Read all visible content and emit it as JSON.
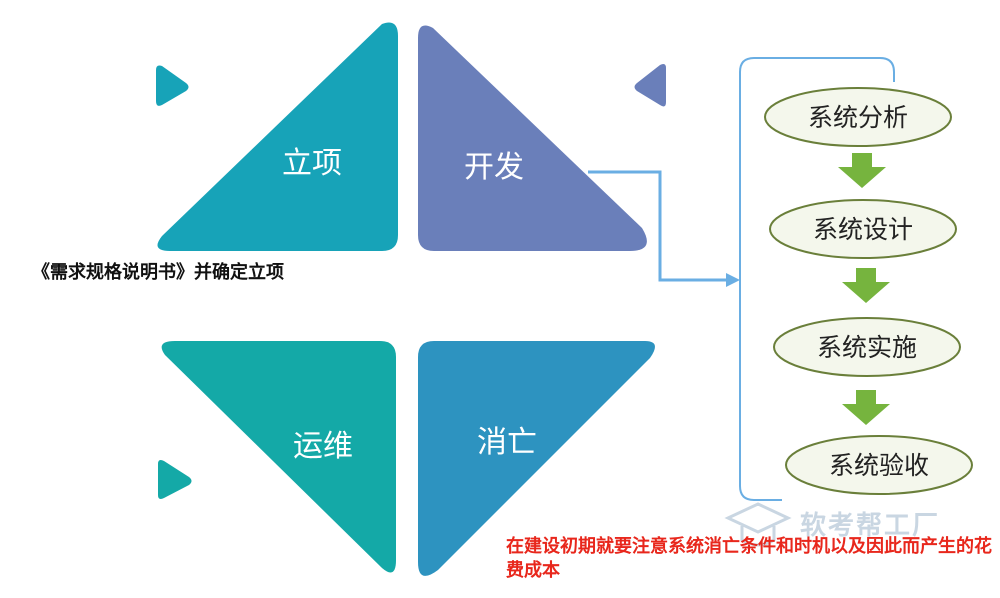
{
  "quadrants": {
    "initiation": "立项",
    "development": "开发",
    "operation": "运维",
    "retirement": "消亡"
  },
  "process_steps": [
    "系统分析",
    "系统设计",
    "系统实施",
    "系统验收"
  ],
  "notes": {
    "spec": "《需求规格说明书》并确定立项",
    "warning": "在建设初期就要注意系统消亡条件和时机以及因此而产生的花费成本"
  },
  "watermark": "软考帮工厂",
  "colors": {
    "initiation": "#17a3b8",
    "development": "#6a7fba",
    "operation": "#14a9a7",
    "retirement": "#2d93c0",
    "step_fill": "#f4f7ec",
    "step_stroke": "#6a7f3a",
    "arrow_green": "#76b43e",
    "connector": "#6aaee3",
    "warning_text": "#e8271c"
  }
}
